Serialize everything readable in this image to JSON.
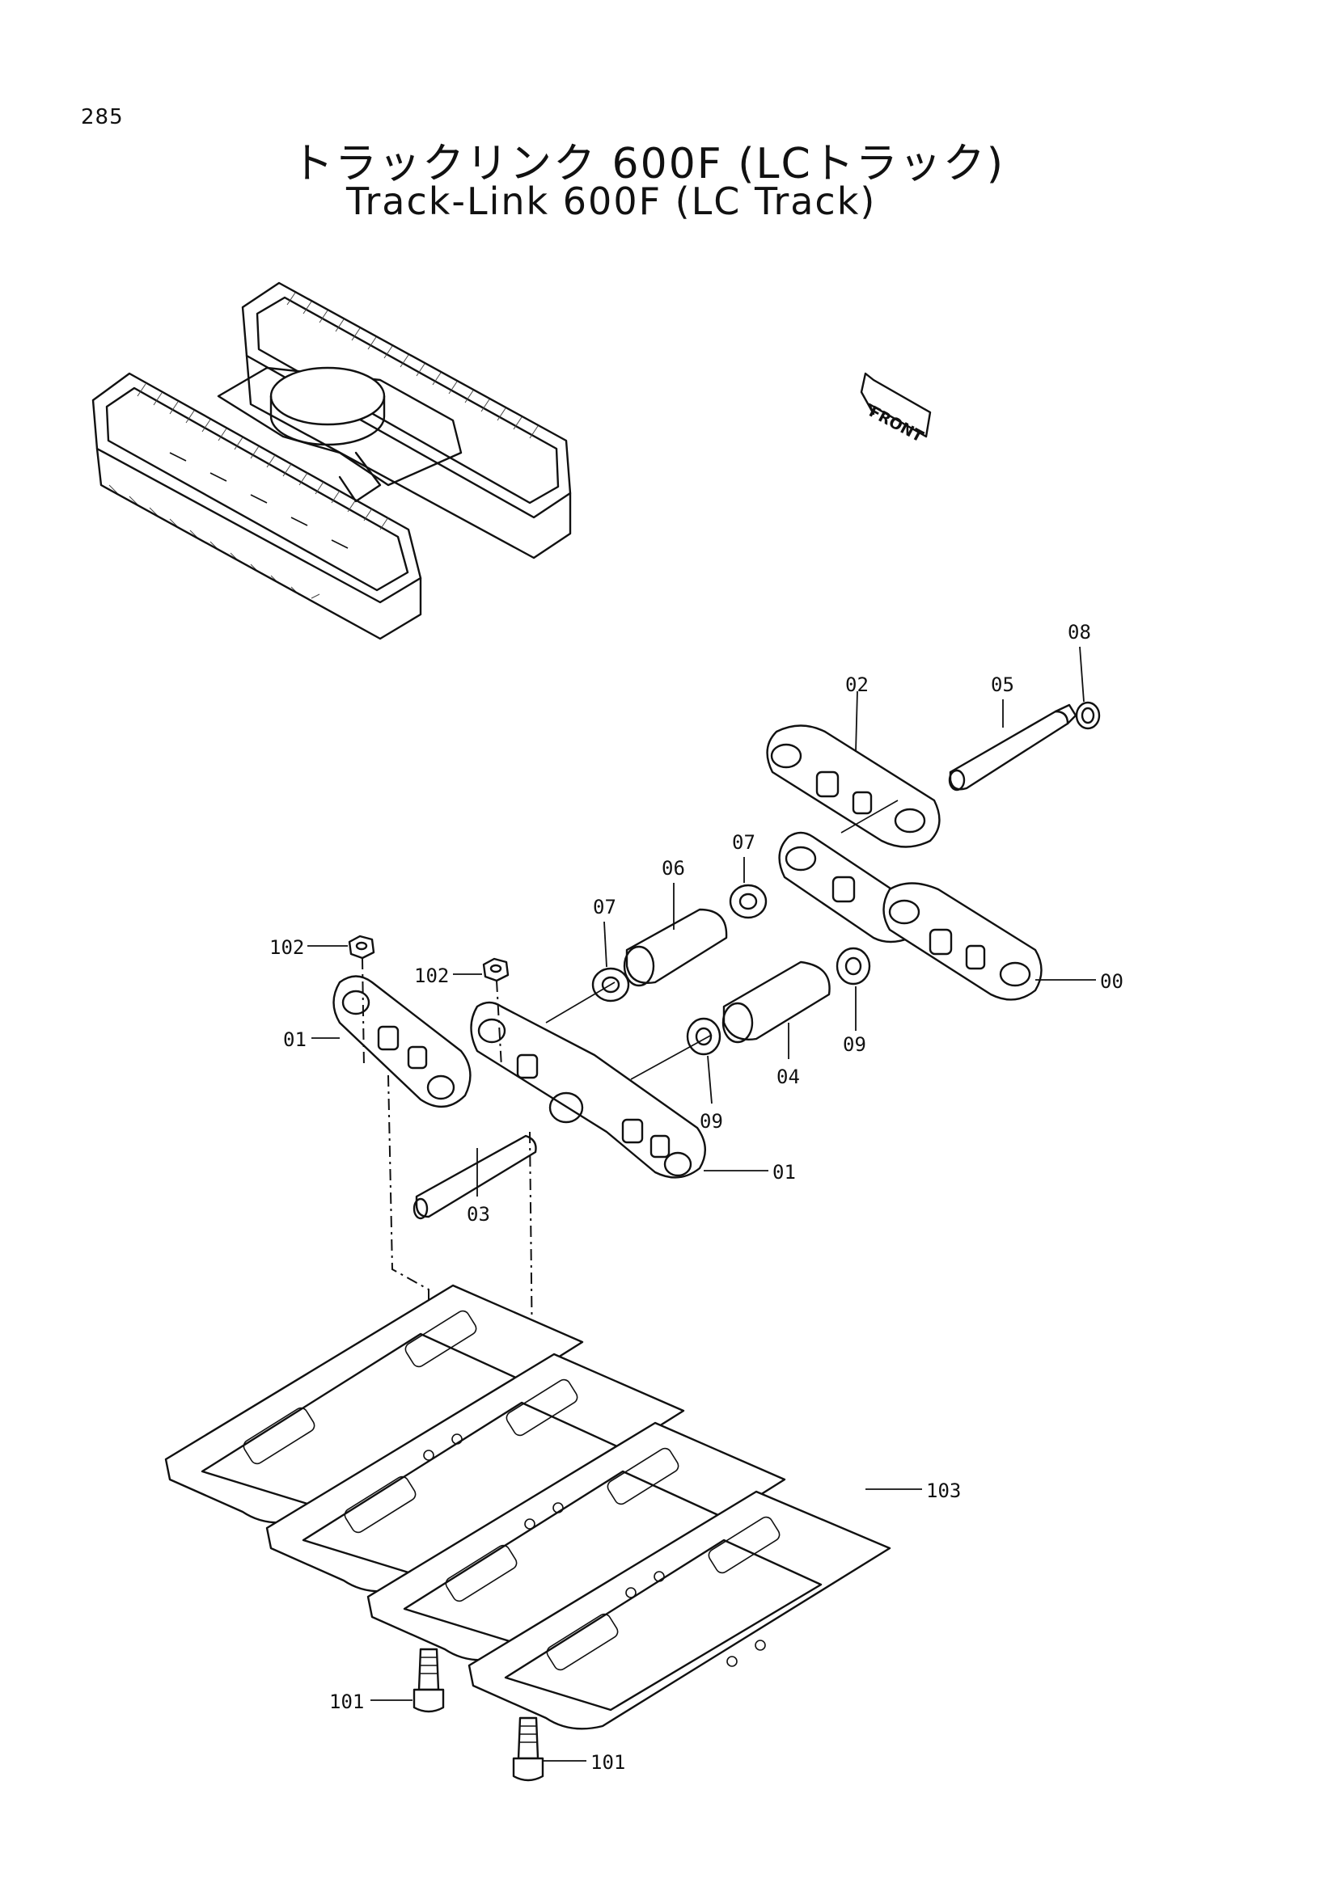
{
  "page_number": "285",
  "title_jp": "トラックリンク 600F (LCトラック)",
  "title_en": "Track-Link 600F (LC Track)",
  "front_label": "FRONT",
  "callouts": {
    "c00": "00",
    "c01a": "01",
    "c01b": "01",
    "c02": "02",
    "c03": "03",
    "c04": "04",
    "c05": "05",
    "c06": "06",
    "c07a": "07",
    "c07b": "07",
    "c08": "08",
    "c09a": "09",
    "c09b": "09",
    "c101a": "101",
    "c101b": "101",
    "c102a": "102",
    "c102b": "102",
    "c103": "103"
  }
}
